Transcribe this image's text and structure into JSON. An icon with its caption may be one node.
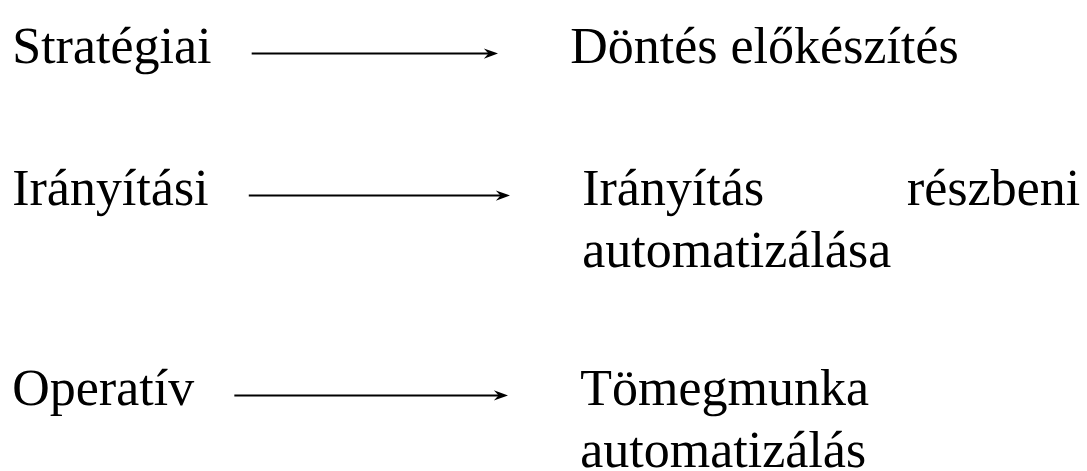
{
  "diagram": {
    "nodes": [
      {
        "text": [
          "Stratégiai"
        ]
      },
      {
        "text": [
          "Döntés előkészítés"
        ]
      },
      {
        "text": [
          "Irányítási"
        ]
      },
      {
        "text": [
          "Irányítás részbeni automatizálása"
        ]
      },
      {
        "text": [
          "Operatív"
        ]
      },
      {
        "text": [
          "Tömegmunka automatizálás"
        ]
      }
    ],
    "edges": [
      {
        "from": 0,
        "to": 1,
        "arrow": "to"
      },
      {
        "from": 2,
        "to": 3,
        "arrow": "to"
      },
      {
        "from": 4,
        "to": 5,
        "arrow": "to"
      }
    ]
  }
}
